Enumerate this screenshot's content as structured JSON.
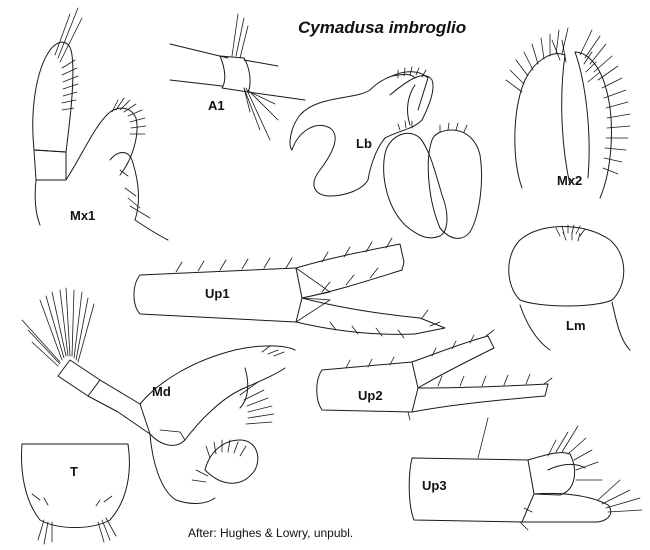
{
  "title": "Cymadusa imbroglio",
  "credit": "After: Hughes & Lowry, unpubl.",
  "labels": {
    "a1": "A1",
    "lb": "Lb",
    "mx1": "Mx1",
    "mx2": "Mx2",
    "up1": "Up1",
    "up2": "Up2",
    "up3": "Up3",
    "md": "Md",
    "lm": "Lm",
    "t": "T"
  },
  "colors": {
    "ink": "#1a1a1a",
    "background": "#ffffff"
  }
}
